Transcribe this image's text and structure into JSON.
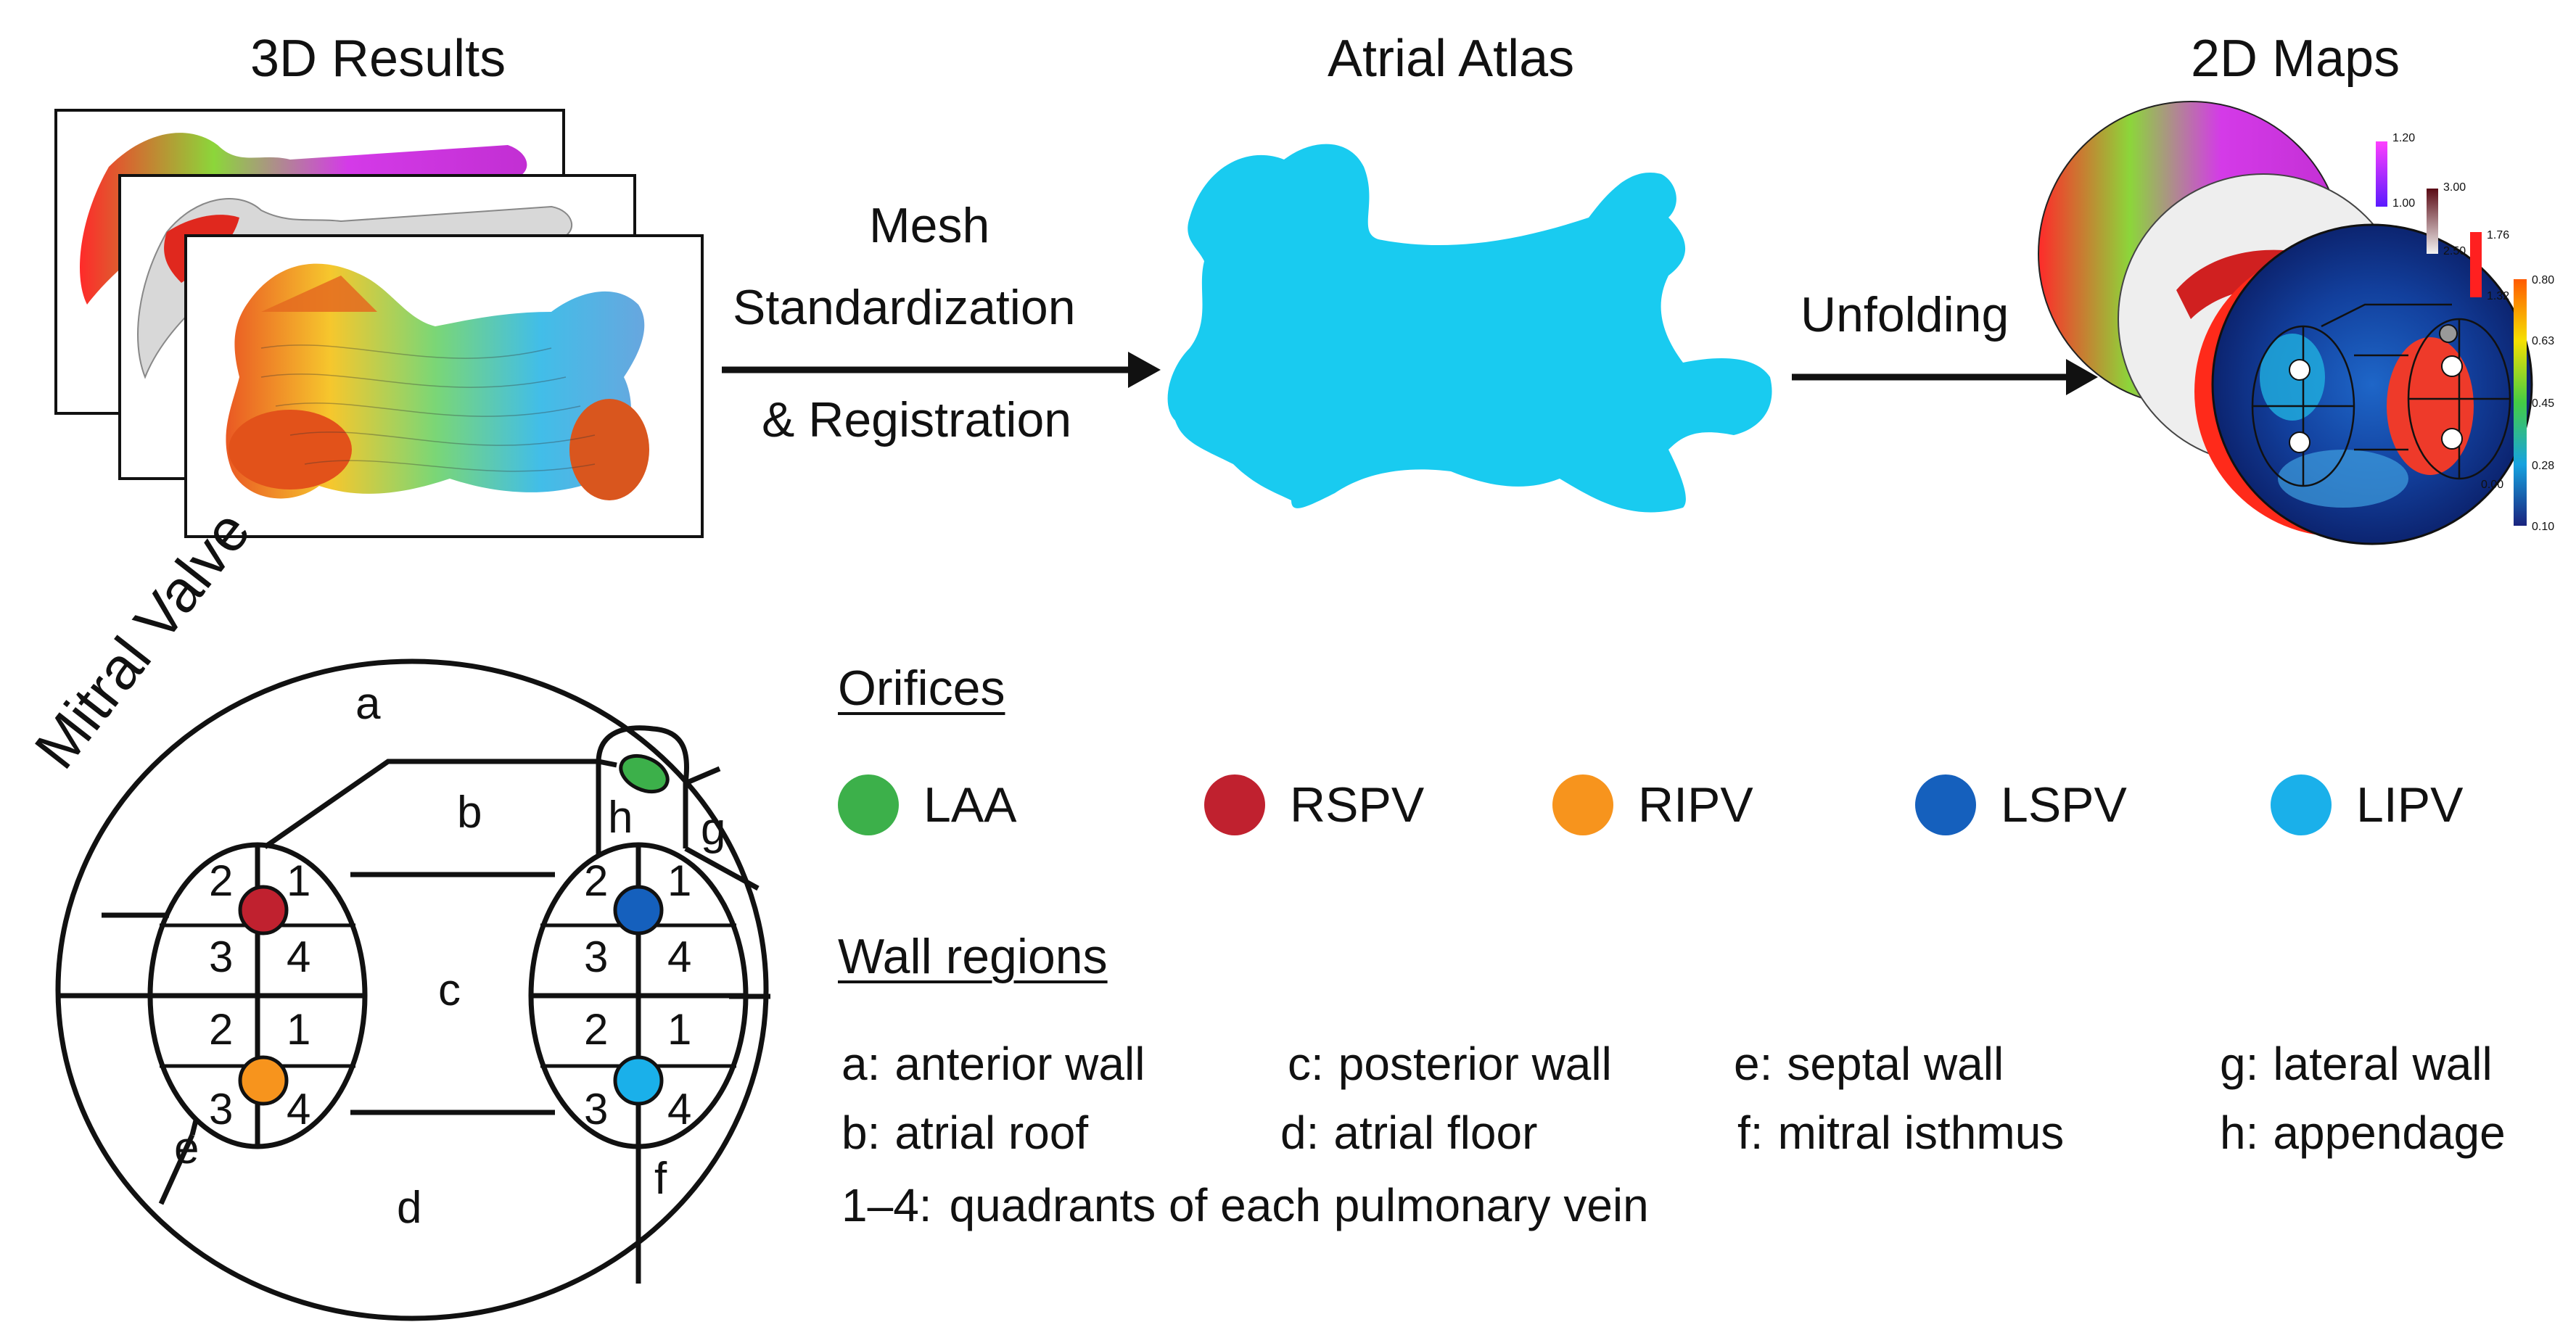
{
  "titles": {
    "results_3d": "3D Results",
    "atlas": "Atrial Atlas",
    "maps_2d": "2D Maps"
  },
  "steps": {
    "standardization_line1": "Mesh",
    "standardization_line2": "Standardization",
    "standardization_line3": "& Registration",
    "unfolding": "Unfolding"
  },
  "colorbars": {
    "bar1": {
      "max": "1.20",
      "min": "1.00",
      "color": "#e040ff"
    },
    "bar2": {
      "max": "3.00",
      "min": "2.50",
      "color": "#8a1020"
    },
    "bar3": {
      "max": "1.76",
      "min": "1.32",
      "color": "#ff2020"
    },
    "bar4": {
      "ticks": [
        "0.80",
        "0.63",
        "0.45",
        "0.28",
        "0.00",
        "0.10"
      ],
      "colors": [
        "#ff7a00",
        "#f5e000",
        "#44cc44",
        "#16a3e0",
        "#1a237e"
      ]
    }
  },
  "mitral_valve": {
    "title": "Mitral Valve",
    "regions": {
      "a": "a",
      "b": "b",
      "c": "c",
      "d": "d",
      "e": "e",
      "f": "f",
      "g": "g",
      "h": "h"
    },
    "quadrants": {
      "q1": "1",
      "q2": "2",
      "q3": "3",
      "q4": "4"
    }
  },
  "orifices": {
    "heading": "Orifices",
    "items": [
      {
        "label": "LAA",
        "color": "#3cb04a"
      },
      {
        "label": "RSPV",
        "color": "#c0212f"
      },
      {
        "label": "RIPV",
        "color": "#f7941d"
      },
      {
        "label": "LSPV",
        "color": "#1560bd"
      },
      {
        "label": "LIPV",
        "color": "#1ab0ea"
      }
    ]
  },
  "wall_regions": {
    "heading": "Wall regions",
    "items": [
      {
        "key": "a:",
        "label": "anterior wall"
      },
      {
        "key": "c:",
        "label": "posterior wall"
      },
      {
        "key": "e:",
        "label": "septal wall"
      },
      {
        "key": "g:",
        "label": "lateral wall"
      },
      {
        "key": "b:",
        "label": "atrial roof"
      },
      {
        "key": "d:",
        "label": "atrial floor"
      },
      {
        "key": "f:",
        "label": "mitral isthmus"
      },
      {
        "key": "h:",
        "label": "appendage"
      }
    ],
    "quadrants_key": "1–4:",
    "quadrants_label": "quadrants of each pulmonary vein"
  }
}
